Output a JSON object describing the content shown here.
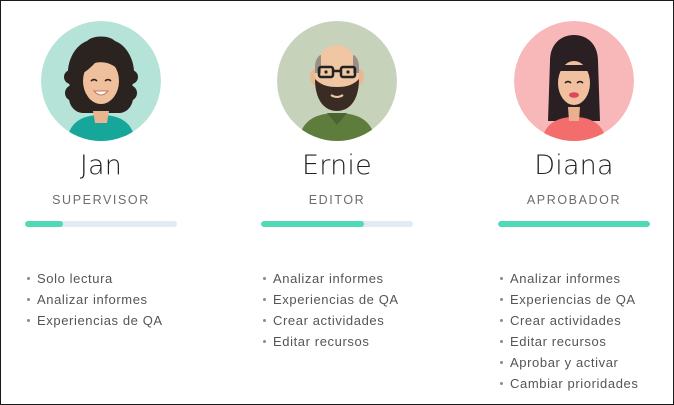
{
  "colors": {
    "bar_fill": "#4fd9b4",
    "bar_track": "#e1ebf3",
    "avatar_bg_jan": "#b5e3d8",
    "avatar_bg_ernie": "#c7d2bb",
    "avatar_bg_diana": "#f8b8ba"
  },
  "users": [
    {
      "name": "Jan",
      "role": "SUPERVISOR",
      "progress": 0.25,
      "avatar_icon": "woman-curly-hair-avatar-icon",
      "permissions": [
        "Solo lectura",
        "Analizar informes",
        "Experiencias de QA"
      ]
    },
    {
      "name": "Ernie",
      "role": "EDITOR",
      "progress": 0.68,
      "avatar_icon": "bald-man-beard-glasses-avatar-icon",
      "permissions": [
        "Analizar informes",
        "Experiencias de QA",
        "Crear actividades",
        "Editar recursos"
      ]
    },
    {
      "name": "Diana",
      "role": "APROBADOR",
      "progress": 1.0,
      "avatar_icon": "woman-long-hair-avatar-icon",
      "permissions": [
        "Analizar informes",
        "Experiencias de QA",
        "Crear actividades",
        "Editar recursos",
        "Aprobar y activar",
        "Cambiar prioridades"
      ]
    }
  ]
}
